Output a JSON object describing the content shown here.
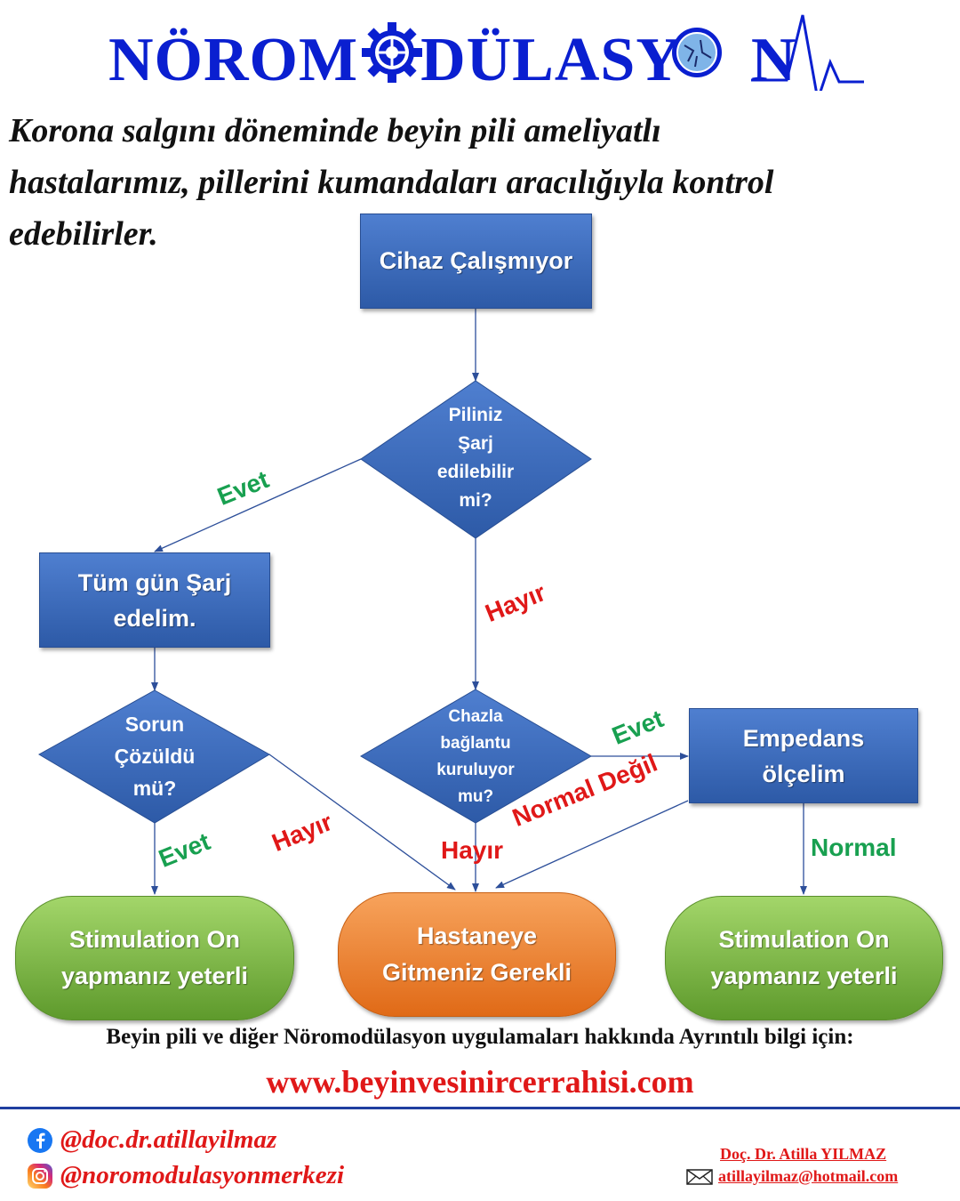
{
  "header": {
    "title": "NÖROMODÜLASYON",
    "intro_lines": [
      "Korona salgını döneminde beyin pili ameliyatlı",
      "hastalarımız, pillerini kumandaları aracılığıyla kontrol",
      "edebilirler."
    ]
  },
  "flowchart": {
    "nodes": {
      "start": "Cihaz Çalışmıyor",
      "q_charge": [
        "Piliniz",
        "Şarj",
        "edilebilir",
        "mi?"
      ],
      "charge_all_day": [
        "Tüm gün Şarj",
        "edelim."
      ],
      "q_solved": [
        "Sorun",
        "Çözüldü",
        "mü?"
      ],
      "q_connection": [
        "Chazla",
        "bağlantu",
        "kuruluyor",
        "mu?"
      ],
      "impedance": [
        "Empedans",
        "ölçelim"
      ],
      "stim_left": [
        "Stimulation On",
        "yapmanız yeterli"
      ],
      "hospital": [
        "Hastaneye",
        "Gitmeniz Gerekli"
      ],
      "stim_right": [
        "Stimulation On",
        "yapmanız yeterli"
      ]
    },
    "edge_labels": {
      "charge_yes": "Evet",
      "charge_no": "Hayır",
      "solved_yes": "Evet",
      "solved_no": "Hayır",
      "connection_yes": "Evet",
      "connection_no": "Hayır",
      "impedance_not_normal": "Normal Değil",
      "impedance_normal": "Normal"
    }
  },
  "footer": {
    "info": "Beyin pili ve diğer Nöromodülasyon uygulamaları hakkında Ayrıntılı bilgi için:",
    "website": "www.beyinvesinircerrahisi.com",
    "facebook_handle": "@doc.dr.atillayilmaz",
    "instagram_handle": "@noromodulasyonmerkezi",
    "doctor_name": "Doç. Dr. Atilla YILMAZ",
    "email": "atillayilmaz@hotmail.com"
  },
  "icons": {
    "title_o": "gear-icon",
    "title_o2": "globe-icon",
    "pulse": "heartbeat-line-icon",
    "facebook": "facebook-icon",
    "instagram": "instagram-icon",
    "mail": "envelope-icon"
  },
  "colors": {
    "title_blue": "#0a1fd0",
    "node_blue": "#3a66b8",
    "yes_green": "#18a050",
    "no_red": "#e01818",
    "terminal_green": "#78b843",
    "terminal_orange": "#ef7e2a"
  }
}
